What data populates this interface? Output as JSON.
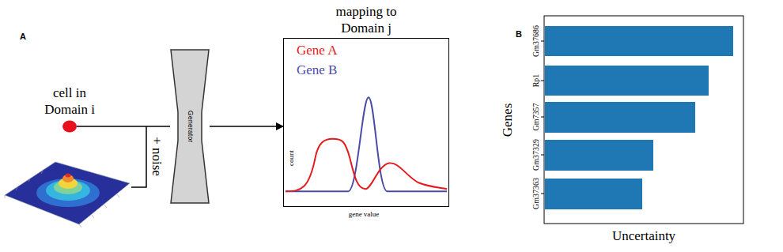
{
  "diagram": {
    "nodes": [
      {
        "text": [
          "cell in Domain i"
        ]
      },
      {
        "text": [
          "Generator"
        ]
      },
      {
        "text": [
          "mapping to Domain j"
        ]
      }
    ],
    "edges": [
      {
        "from": 0,
        "to": 1,
        "arrow": "none"
      },
      {
        "from": 1,
        "to": 2,
        "arrow": "to"
      }
    ],
    "labels": [
      "A",
      "+ noise",
      "count",
      "gene value",
      "B",
      "Gm37686",
      "Rp1",
      "Gm7357",
      "Gm37329",
      "Gm37363",
      "Genes",
      "Uncertainty"
    ],
    "legend": [
      {
        "text": "Gene A",
        "color": "#e41a1c"
      },
      {
        "text": "Gene B",
        "color": "#4b4ba6"
      }
    ]
  }
}
